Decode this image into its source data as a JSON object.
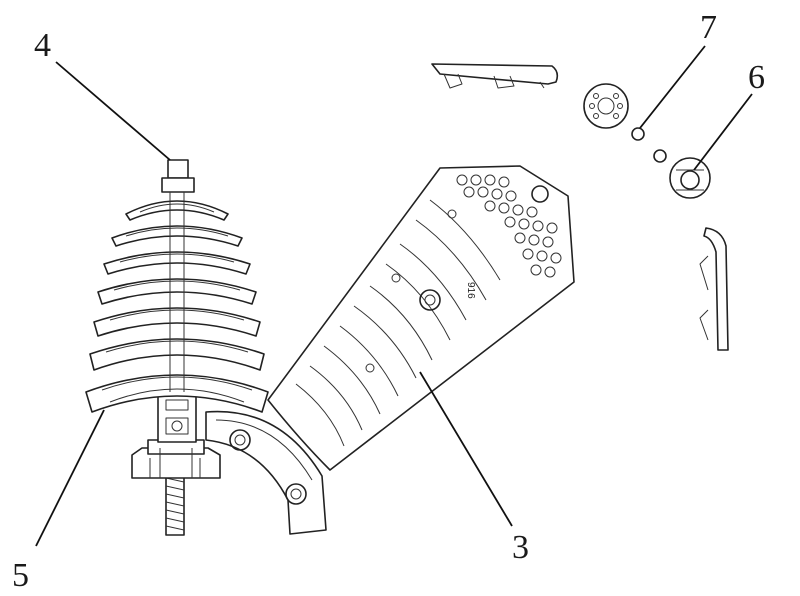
{
  "labels": {
    "part_3": "3",
    "part_4": "4",
    "part_5": "5",
    "part_6": "6",
    "part_7": "7"
  },
  "plate_marking": "916"
}
